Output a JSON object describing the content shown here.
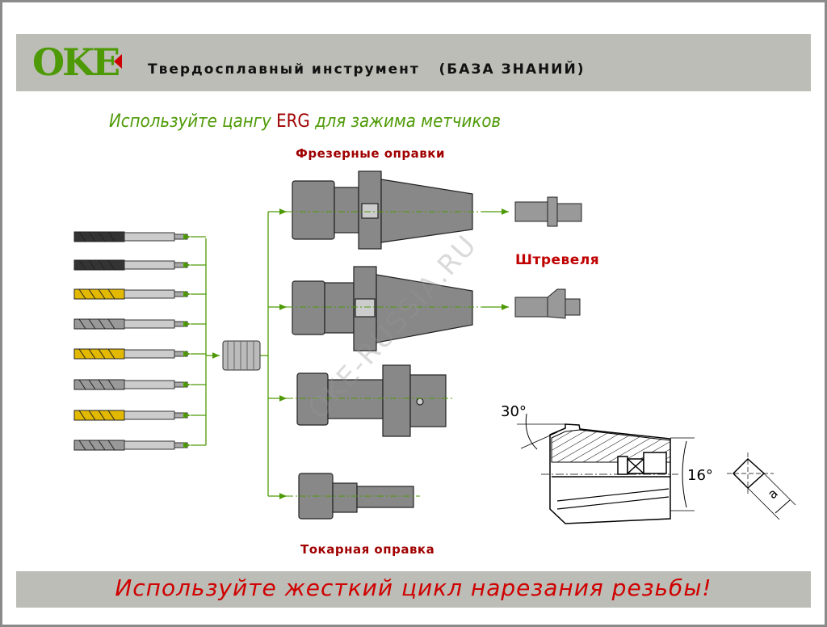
{
  "header": {
    "logo": "OKE",
    "title": "Твердосплавный инструмент   (БАЗА ЗНАНИЙ)"
  },
  "subtitle": {
    "before": "Используйте цангу ",
    "accent": "ERG",
    "after": " для зажима метчиков"
  },
  "labels": {
    "milling_holders": "Фрезерные оправки",
    "pull_studs": "Штревеля",
    "lathe_holder": "Токарная оправка"
  },
  "watermark": "OKE-RUSSIA.RU",
  "drawing": {
    "angle_top": "30°",
    "angle_side": "16°",
    "dimension": "a"
  },
  "taps": [
    "black",
    "black",
    "gold",
    "gray",
    "gold",
    "gray",
    "gold",
    "gray"
  ],
  "colors": {
    "green": "#4e9a06",
    "red": "#a00000",
    "gold": "#e2b900",
    "gray": "#9a9a9a"
  },
  "footer": {
    "text": "Используйте жесткий цикл нарезания резьбы!"
  }
}
